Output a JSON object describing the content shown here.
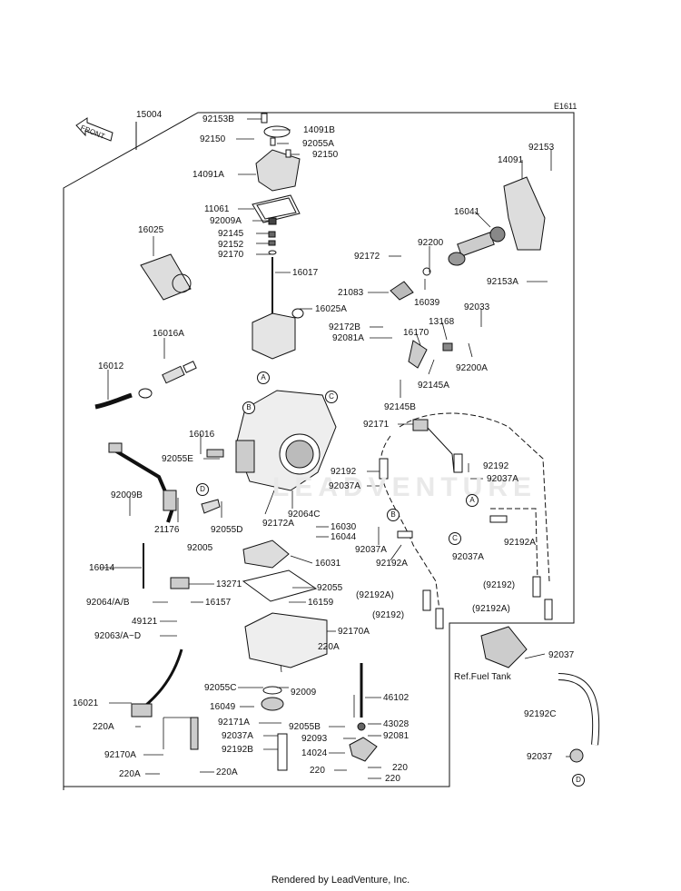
{
  "diagram_code": "E1611",
  "footer": "Rendered by LeadVenture, Inc.",
  "watermark": "LEADVENTURE",
  "front_label": "FRONT",
  "callouts": [
    "A",
    "B",
    "C",
    "D"
  ],
  "labels": {
    "p15004": "15004",
    "p92153B": "92153B",
    "p14091B": "14091B",
    "p92150a": "92150",
    "p92055A": "92055A",
    "p92150b": "92150",
    "p14091A": "14091A",
    "p11061": "11061",
    "p92009A": "92009A",
    "p92145": "92145",
    "p92152": "92152",
    "p92170": "92170",
    "p16017": "16017",
    "p16025": "16025",
    "p16025A": "16025A",
    "p92153": "92153",
    "p14091": "14091",
    "p16041": "16041",
    "p92172": "92172",
    "p92200": "92200",
    "p92153A": "92153A",
    "p21083": "21083",
    "p16039": "16039",
    "p92033": "92033",
    "p13168": "13168",
    "p92172B": "92172B",
    "p16170": "16170",
    "p92081A": "92081A",
    "p92200A": "92200A",
    "p92145A": "92145A",
    "p16016A": "16016A",
    "p16012": "16012",
    "p92145B": "92145B",
    "p92171": "92171",
    "p16016": "16016",
    "p92055E": "92055E",
    "p92192a": "92192",
    "p92192b": "92192",
    "p92037A_a": "92037A",
    "p92037A_b": "92037A",
    "p92009B": "92009B",
    "p21176": "21176",
    "p92005": "92005",
    "p92055D": "92055D",
    "p92172A": "92172A",
    "p92064C": "92064C",
    "p16030": "16030",
    "p16044": "16044",
    "p92037A_c": "92037A",
    "p92192A_a": "92192A",
    "p92192A_b": "92192A",
    "p92037A_d": "92037A",
    "p16031": "16031",
    "p16014": "16014",
    "p13271": "13271",
    "p92055": "92055",
    "p92064": "92064/A/B",
    "p16157": "16157",
    "p16159": "16159",
    "p92192p1": "(92192)",
    "p92192Ap1": "(92192A)",
    "p92192Ap2": "(92192A)",
    "p92192p2": "(92192)",
    "p49121": "49121",
    "p92063": "92063/A~D",
    "p92170A": "92170A",
    "p220A_a": "220A",
    "p92037": "92037",
    "p_ref": "Ref.Fuel Tank",
    "p92055C": "92055C",
    "p92009": "92009",
    "p46102": "46102",
    "p16021": "16021",
    "p16049": "16049",
    "p220A_b": "220A",
    "p92171A": "92171A",
    "p92055B": "92055B",
    "p43028": "43028",
    "p92192C": "92192C",
    "p92037A_e": "92037A",
    "p92081": "92081",
    "p92192B": "92192B",
    "p92093": "92093",
    "p92170A_b": "92170A",
    "p14024": "14024",
    "p220_a": "220",
    "p220_b": "220",
    "p220A_c": "220A",
    "p220A_d": "220A",
    "p92037b": "92037"
  }
}
